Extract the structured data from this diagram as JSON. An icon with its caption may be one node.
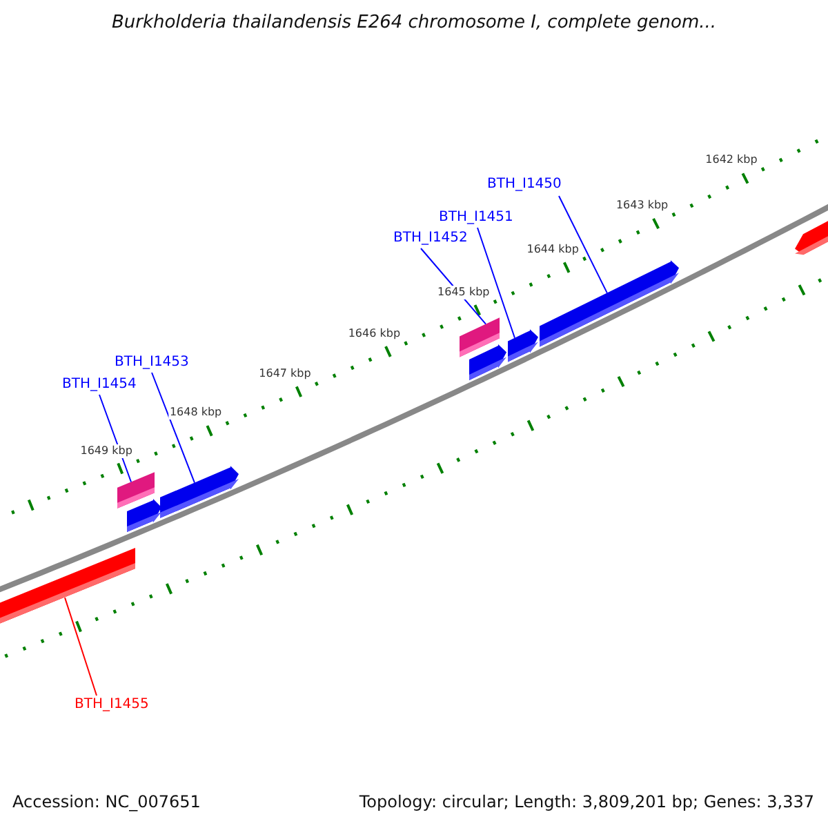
{
  "diagram": {
    "title": "Burkholderia thailandensis E264 chromosome I, complete genom...",
    "nodes": [
      {
        "text": [
          "BTH_I1450"
        ]
      },
      {
        "text": [
          "BTH_I1451"
        ]
      },
      {
        "text": [
          "BTH_I1452"
        ]
      },
      {
        "text": [
          "BTH_I1453"
        ]
      },
      {
        "text": [
          "BTH_I1454"
        ]
      },
      {
        "text": [
          "BTH_I1455"
        ]
      },
      {
        "text": [],
        "shape": "bar"
      },
      {
        "text": [],
        "shape": "bar"
      },
      {
        "text": [],
        "shape": "bar"
      },
      {
        "text": [],
        "shape": "bar"
      },
      {
        "text": [],
        "shape": "bar"
      },
      {
        "text": [],
        "shape": "bar"
      },
      {
        "text": [],
        "shape": "bar"
      },
      {
        "text": [],
        "shape": "bar"
      },
      {
        "text": [],
        "shape": "bar"
      }
    ],
    "edges": [
      {
        "from": 0,
        "to": 13,
        "arrow": "none"
      },
      {
        "from": 1,
        "to": 12,
        "arrow": "none"
      },
      {
        "from": 2,
        "to": 10,
        "arrow": "none"
      },
      {
        "from": 3,
        "to": 9,
        "arrow": "none"
      },
      {
        "from": 4,
        "to": 7,
        "arrow": "none"
      },
      {
        "from": 5,
        "to": 6,
        "arrow": "none",
        "color": "#ff0000"
      }
    ],
    "labels": [
      "1642 kbp",
      "1643 kbp",
      "1644 kbp",
      "1645 kbp",
      "1646 kbp",
      "1647 kbp",
      "1648 kbp",
      "1649 kbp",
      "Accession: NC_007651",
      "Topology: circular; Length: 3,809,201 bp; Genes: 3,337"
    ]
  }
}
